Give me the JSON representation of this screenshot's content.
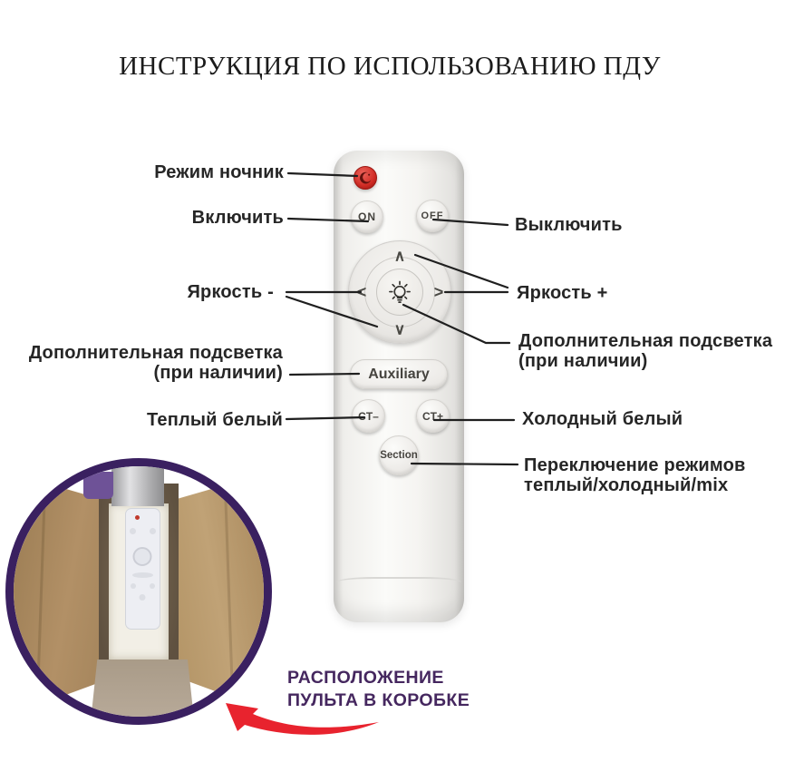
{
  "title": "ИНСТРУКЦИЯ ПО ИСПОЛЬЗОВАНИЮ ПДУ",
  "labels": {
    "night_mode": "Режим ночник",
    "turn_on": "Включить",
    "turn_off": "Выключить",
    "brightness_minus": "Яркость -",
    "brightness_plus": "Яркость +",
    "additional_line1": "Дополнительная подсветка",
    "additional_line2": "(при наличии)",
    "warm_white": "Теплый белый",
    "cold_white": "Холодный белый",
    "mode_switch_line1": "Переключение режимов",
    "mode_switch_line2": "теплый/холодный/mix"
  },
  "remote": {
    "on_label": "ON",
    "off_label": "OFF",
    "auxiliary_label": "Auxiliary",
    "ct_minus_label": "CT–",
    "ct_plus_label": "CT+",
    "section_label": "Section",
    "arrows": {
      "up": "∧",
      "down": "∨",
      "left": "<",
      "right": ">"
    },
    "icons": {
      "night": "moon-icon",
      "center": "bulb-icon"
    }
  },
  "photo_caption": {
    "line1": "РАСПОЛОЖЕНИЕ",
    "line2": "ПУЛЬТА В КОРОБКЕ"
  },
  "colors": {
    "accent_purple": "#3A2060",
    "caption_purple": "#45275F",
    "accent_red": "#E8232E",
    "night_button_red": "#D22B24",
    "connector_line": "#1F1F1F",
    "label_text": "#262626"
  }
}
